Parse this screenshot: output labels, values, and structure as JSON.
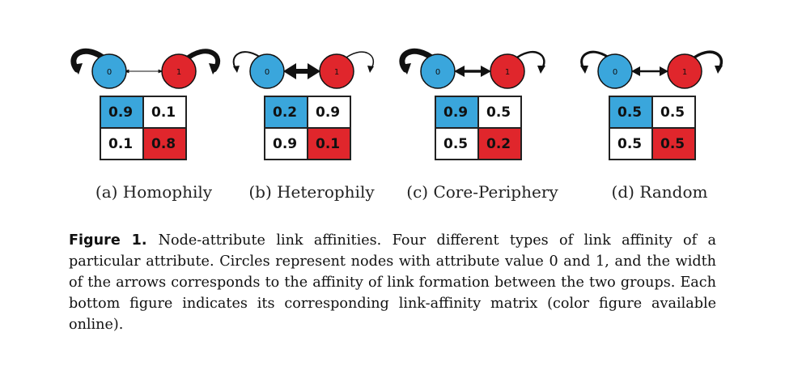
{
  "colors": {
    "attr0": "#3aa6dc",
    "attr1": "#e0262c",
    "neutral": "#ffffff"
  },
  "panels": [
    {
      "id": "a",
      "caption": "(a) Homophily",
      "node0": "0",
      "node1": "1",
      "matrix": [
        [
          "0.9",
          "0.1"
        ],
        [
          "0.1",
          "0.8"
        ]
      ]
    },
    {
      "id": "b",
      "caption": "(b) Heterophily",
      "node0": "0",
      "node1": "1",
      "matrix": [
        [
          "0.2",
          "0.9"
        ],
        [
          "0.9",
          "0.1"
        ]
      ]
    },
    {
      "id": "c",
      "caption": "(c) Core-Periphery",
      "node0": "0",
      "node1": "1",
      "matrix": [
        [
          "0.9",
          "0.5"
        ],
        [
          "0.5",
          "0.2"
        ]
      ]
    },
    {
      "id": "d",
      "caption": "(d) Random",
      "node0": "0",
      "node1": "1",
      "matrix": [
        [
          "0.5",
          "0.5"
        ],
        [
          "0.5",
          "0.5"
        ]
      ]
    }
  ],
  "figure_caption": {
    "label": "Figure 1.",
    "text": "Node-attribute link affinities. Four different types of link affinity of a particular attribute. Circles represent nodes with attribute value 0 and 1, and the width of the arrows corresponds to the affinity of link formation between the two groups. Each bottom figure indicates its corresponding link-affinity matrix (color figure available online)."
  }
}
